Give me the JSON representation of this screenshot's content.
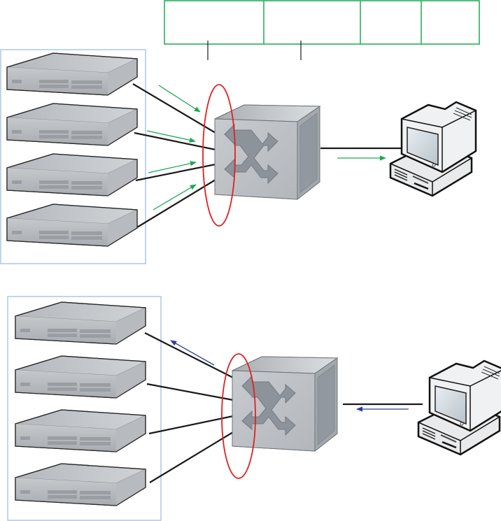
{
  "colors": {
    "background": "#ffffff",
    "header_table_border": "#1aaa4f",
    "group_box_border": "#9bb8e0",
    "link_line": "#1a1a1a",
    "ingress_arrow": "#1aaa4f",
    "egress_arrow": "#2b3a9e",
    "highlight_ellipse": "#e02020",
    "server_body": "#c3c6c9",
    "server_front": "#a9adb1",
    "switch_front": "#bfc3c7",
    "switch_side": "#9ea3a8",
    "switch_top": "#d3d6d9",
    "switch_symbol": "#8a9096"
  },
  "header_table": {
    "cells": [
      "",
      "",
      "",
      ""
    ],
    "pointers": 2
  },
  "scenarios": [
    {
      "name": "many-to-one",
      "servers": [
        "server-1",
        "server-2",
        "server-3",
        "server-4"
      ],
      "switch": "switch",
      "client": "client-pc",
      "traffic_direction": "servers-to-client",
      "server_arrows": 4,
      "client_arrows": 1
    },
    {
      "name": "one-to-many",
      "servers": [
        "server-1",
        "server-2",
        "server-3",
        "server-4"
      ],
      "switch": "switch",
      "client": "client-pc",
      "traffic_direction": "client-to-servers",
      "server_arrows": 1,
      "client_arrows": 1
    }
  ]
}
